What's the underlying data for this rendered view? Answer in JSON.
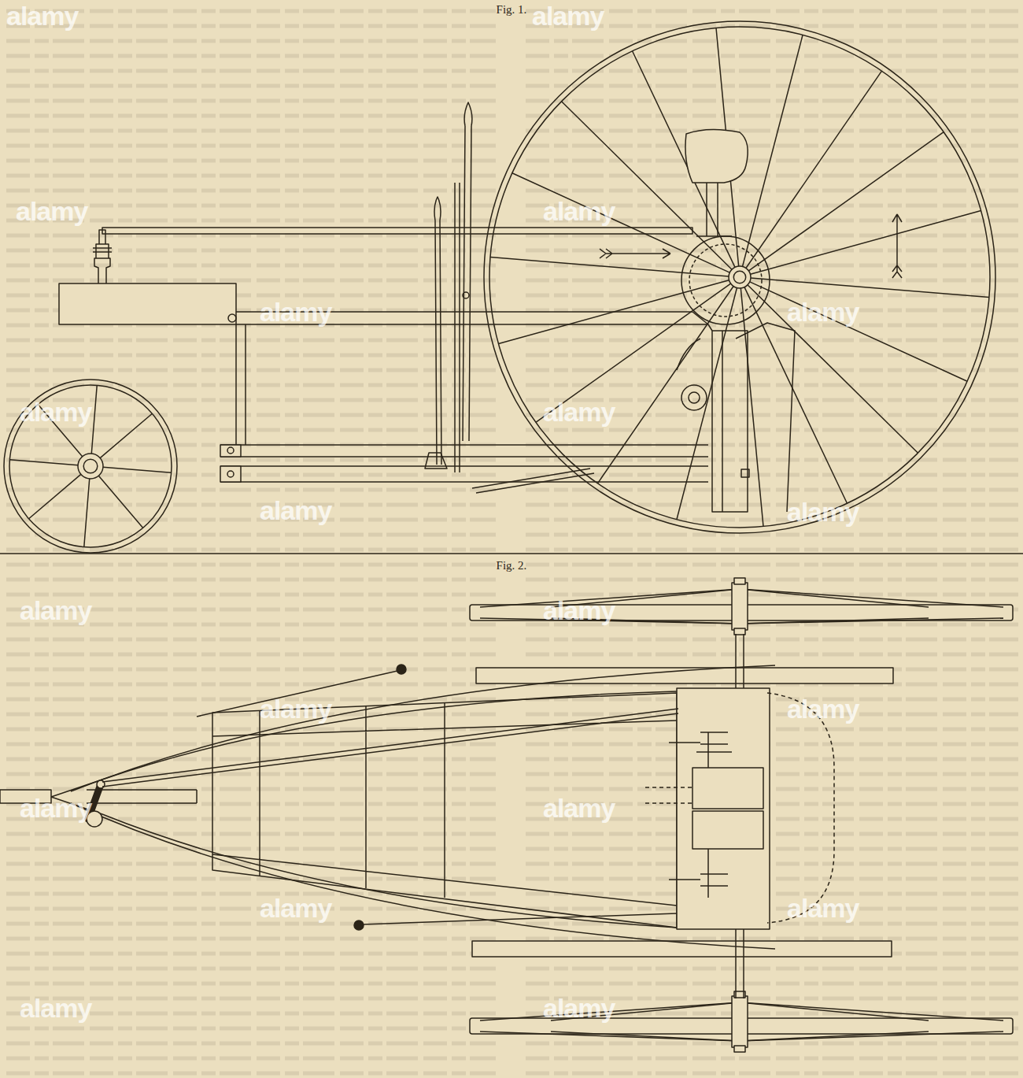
{
  "diagram": {
    "labels": [
      "Fig. 1.",
      "Fig. 2.",
      "alamy",
      "alamy",
      "alamy",
      "alamy",
      "alamy",
      "alamy",
      "alamy",
      "alamy",
      "alamy",
      "alamy",
      "alamy",
      "alamy",
      "alamy",
      "alamy",
      "alamy",
      "alamy",
      "alamy",
      "alamy",
      "alamy",
      "alamy"
    ]
  }
}
